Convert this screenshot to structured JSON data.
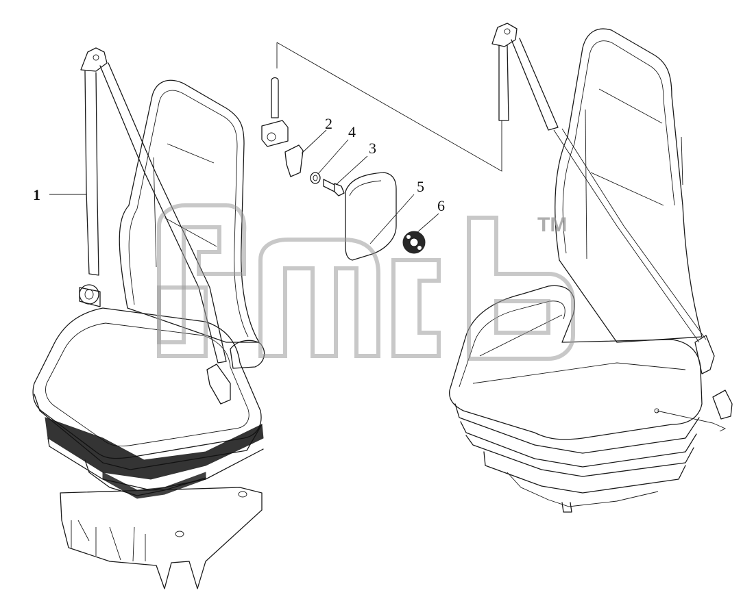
{
  "callouts": [
    {
      "id": "1",
      "label": "1"
    },
    {
      "id": "2",
      "label": "2"
    },
    {
      "id": "3",
      "label": "3"
    },
    {
      "id": "4",
      "label": "4"
    },
    {
      "id": "5",
      "label": "5"
    },
    {
      "id": "6",
      "label": "6"
    }
  ],
  "watermark": {
    "trademark": "TM"
  },
  "colors": {
    "line": "#1a1a1a",
    "watermark": "#9a9a9a",
    "background": "#ffffff"
  }
}
